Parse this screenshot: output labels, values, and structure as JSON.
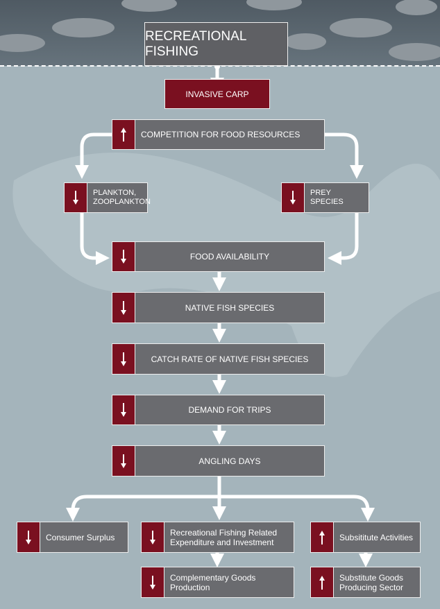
{
  "title": "RECREATIONAL FISHING",
  "source": "INVASIVE CARP",
  "colors": {
    "red": "#7a1020",
    "gray": "#6a6b6f",
    "background": "#a4b4bb"
  },
  "nodes": [
    {
      "label": "COMPETITION FOR FOOD RESOURCES",
      "direction": "up"
    },
    {
      "label": "PLANKTON, ZOOPLANKTON",
      "direction": "down"
    },
    {
      "label": "PREY SPECIES",
      "direction": "down"
    },
    {
      "label": "FOOD AVAILABILITY",
      "direction": "down"
    },
    {
      "label": "NATIVE FISH SPECIES",
      "direction": "down"
    },
    {
      "label": "CATCH RATE OF NATIVE FISH SPECIES",
      "direction": "down"
    },
    {
      "label": "DEMAND FOR TRIPS",
      "direction": "down"
    },
    {
      "label": "ANGLING DAYS",
      "direction": "down"
    },
    {
      "label": "Consumer Surplus",
      "direction": "down"
    },
    {
      "label": "Recreational Fishing Related Expenditure and Investment",
      "direction": "down"
    },
    {
      "label": "Subsititute Activities",
      "direction": "up"
    },
    {
      "label": "Complementary Goods Production",
      "direction": "down"
    },
    {
      "label": "Substitute Goods Producing Sector",
      "direction": "up"
    }
  ]
}
